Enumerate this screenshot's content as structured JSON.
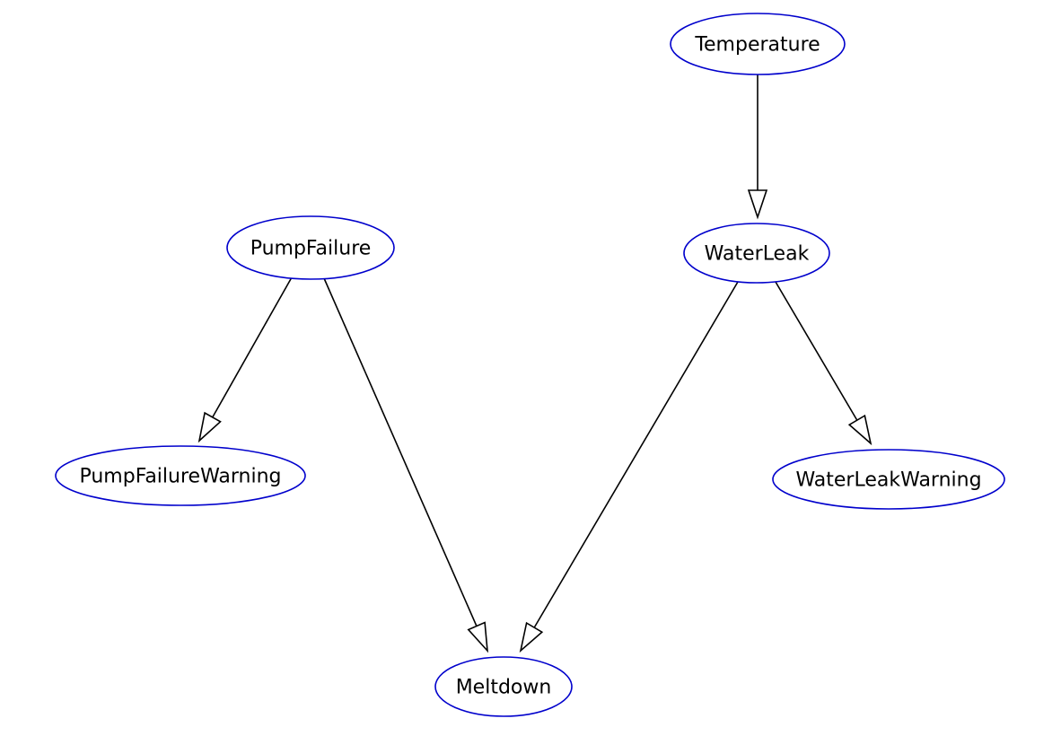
{
  "diagram": {
    "type": "directed-graph",
    "colors": {
      "node_border": "#0000cc",
      "node_fill": "#ffffff",
      "edge": "#000000",
      "arrowhead_fill": "#ffffff",
      "background": "#ffffff"
    },
    "nodes": [
      {
        "id": "Temperature",
        "label": "Temperature"
      },
      {
        "id": "PumpFailure",
        "label": "PumpFailure"
      },
      {
        "id": "WaterLeak",
        "label": "WaterLeak"
      },
      {
        "id": "PumpFailureWarning",
        "label": "PumpFailureWarning"
      },
      {
        "id": "WaterLeakWarning",
        "label": "WaterLeakWarning"
      },
      {
        "id": "Meltdown",
        "label": "Meltdown"
      }
    ],
    "edges": [
      {
        "from": "Temperature",
        "to": "WaterLeak"
      },
      {
        "from": "PumpFailure",
        "to": "PumpFailureWarning"
      },
      {
        "from": "PumpFailure",
        "to": "Meltdown"
      },
      {
        "from": "WaterLeak",
        "to": "Meltdown"
      },
      {
        "from": "WaterLeak",
        "to": "WaterLeakWarning"
      }
    ]
  }
}
